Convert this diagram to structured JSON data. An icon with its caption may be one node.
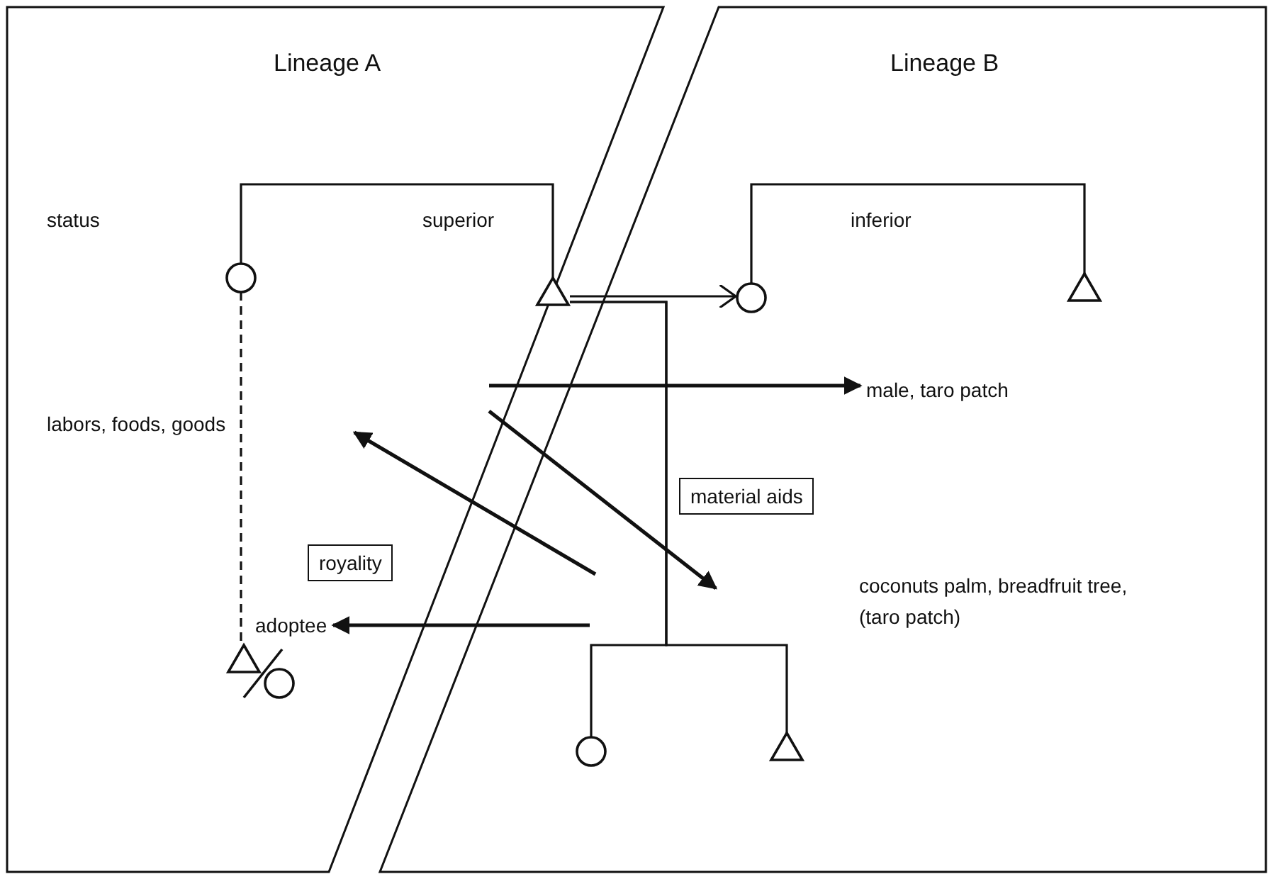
{
  "diagram": {
    "nodes": [
      {
        "text": [],
        "shape": "circle"
      },
      {
        "text": [],
        "shape": "triangle"
      },
      {
        "text": [],
        "shape": "circle"
      },
      {
        "text": [],
        "shape": "triangle"
      },
      {
        "text": [],
        "shape": "circle"
      },
      {
        "text": [],
        "shape": "triangle"
      },
      {
        "text": [],
        "shape": "triangle"
      },
      {
        "text": [],
        "shape": "circle"
      },
      {
        "text": [
          "labors, foods, goods"
        ]
      },
      {
        "text": [
          "royality"
        ]
      },
      {
        "text": [
          "material aids"
        ]
      },
      {
        "text": [
          "male, taro patch"
        ]
      },
      {
        "text": [
          "coconuts palm, breadfruit tree, (taro patch)"
        ]
      },
      {
        "text": [
          "adoptee"
        ]
      }
    ],
    "edges": [
      {
        "from": 0,
        "to": 1,
        "arrow": "none"
      },
      {
        "from": 2,
        "to": 3,
        "arrow": "none"
      },
      {
        "from": 1,
        "to": 2,
        "arrow": "to"
      },
      {
        "from": 1,
        "to": 4,
        "arrow": "none"
      },
      {
        "from": 1,
        "to": 5,
        "arrow": "none"
      },
      {
        "from": 0,
        "to": 6,
        "arrow": "none",
        "style": "dashed"
      },
      {
        "from": null,
        "to": 11,
        "arrow": "to"
      },
      {
        "from": null,
        "to": 13,
        "arrow": "to"
      }
    ],
    "labels": [
      "Lineage A",
      "Lineage B",
      "status",
      "superior",
      "inferior"
    ]
  }
}
